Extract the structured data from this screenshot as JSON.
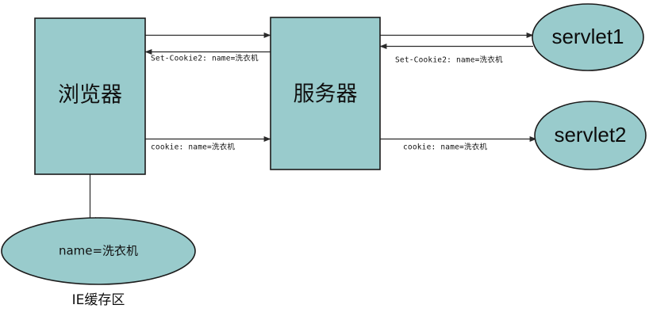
{
  "diagram": {
    "title": "Cookie flow between browser, server and servlets",
    "background_color": "#ffffff",
    "node_fill_color": "#99cbcc",
    "node_stroke_color": "#1b1b1b",
    "line_color": "#2b2b2b",
    "nodes": {
      "browser": {
        "label": "浏览器",
        "shape": "rectangle"
      },
      "server": {
        "label": "服务器",
        "shape": "rectangle"
      },
      "servlet1": {
        "label": "servlet1",
        "shape": "ellipse"
      },
      "servlet2": {
        "label": "servlet2",
        "shape": "ellipse"
      },
      "cache": {
        "label": "name=洗衣机",
        "caption": "IE缓存区",
        "shape": "ellipse"
      }
    },
    "edges": {
      "browser_to_server_request": {
        "label": "",
        "direction": "right"
      },
      "server_to_browser_setcookie": {
        "label": "Set-Cookie2: name=洗衣机",
        "direction": "left"
      },
      "browser_to_server_cookie": {
        "label": "cookie: name=洗衣机",
        "direction": "right"
      },
      "server_to_servlet1_request": {
        "label": "",
        "direction": "right"
      },
      "servlet1_to_server_setcookie": {
        "label": "Set-Cookie2: name=洗衣机",
        "direction": "left"
      },
      "server_to_servlet2_cookie": {
        "label": "cookie: name=洗衣机",
        "direction": "right"
      },
      "browser_to_cache": {
        "label": "",
        "direction": "down"
      }
    }
  }
}
